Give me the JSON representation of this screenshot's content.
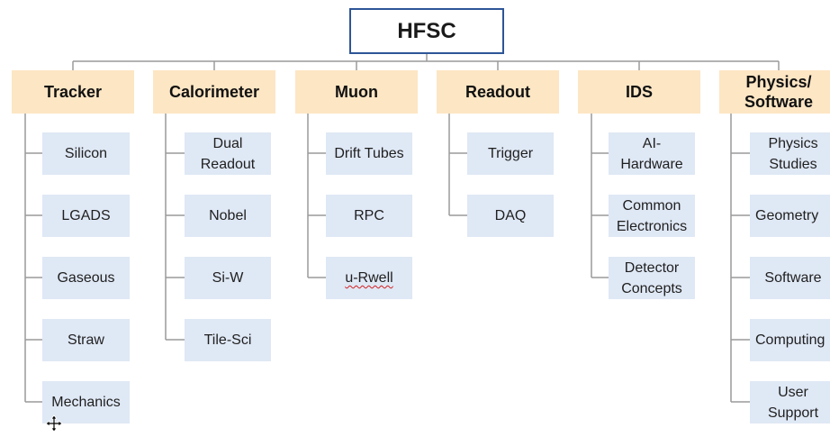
{
  "root": {
    "label": "HFSC"
  },
  "columns": [
    {
      "label": "Tracker",
      "children": [
        "Silicon",
        "LGADS",
        "Gaseous",
        "Straw",
        "Mechanics"
      ]
    },
    {
      "label": "Calorimeter",
      "children": [
        "Dual\nReadout",
        "Nobel",
        "Si-W",
        "Tile-Sci"
      ]
    },
    {
      "label": "Muon",
      "children": [
        "Drift Tubes",
        "RPC",
        "u-Rwell"
      ]
    },
    {
      "label": "Readout",
      "children": [
        "Trigger",
        "DAQ"
      ]
    },
    {
      "label": "IDS",
      "children": [
        "AI-\nHardware",
        "Common\nElectronics",
        "Detector\nConcepts"
      ]
    },
    {
      "label": "Physics/\nSoftware",
      "children": [
        "Physics\nStudies",
        "Geometry",
        "Software",
        "Computing",
        "User\nSupport"
      ]
    }
  ],
  "colors": {
    "root_border": "#2e5597",
    "header_fill": "#fde6c4",
    "child_fill": "#dfe8f5",
    "connector": "#9a9a9a"
  },
  "cursor_icon": "move-cursor-icon"
}
